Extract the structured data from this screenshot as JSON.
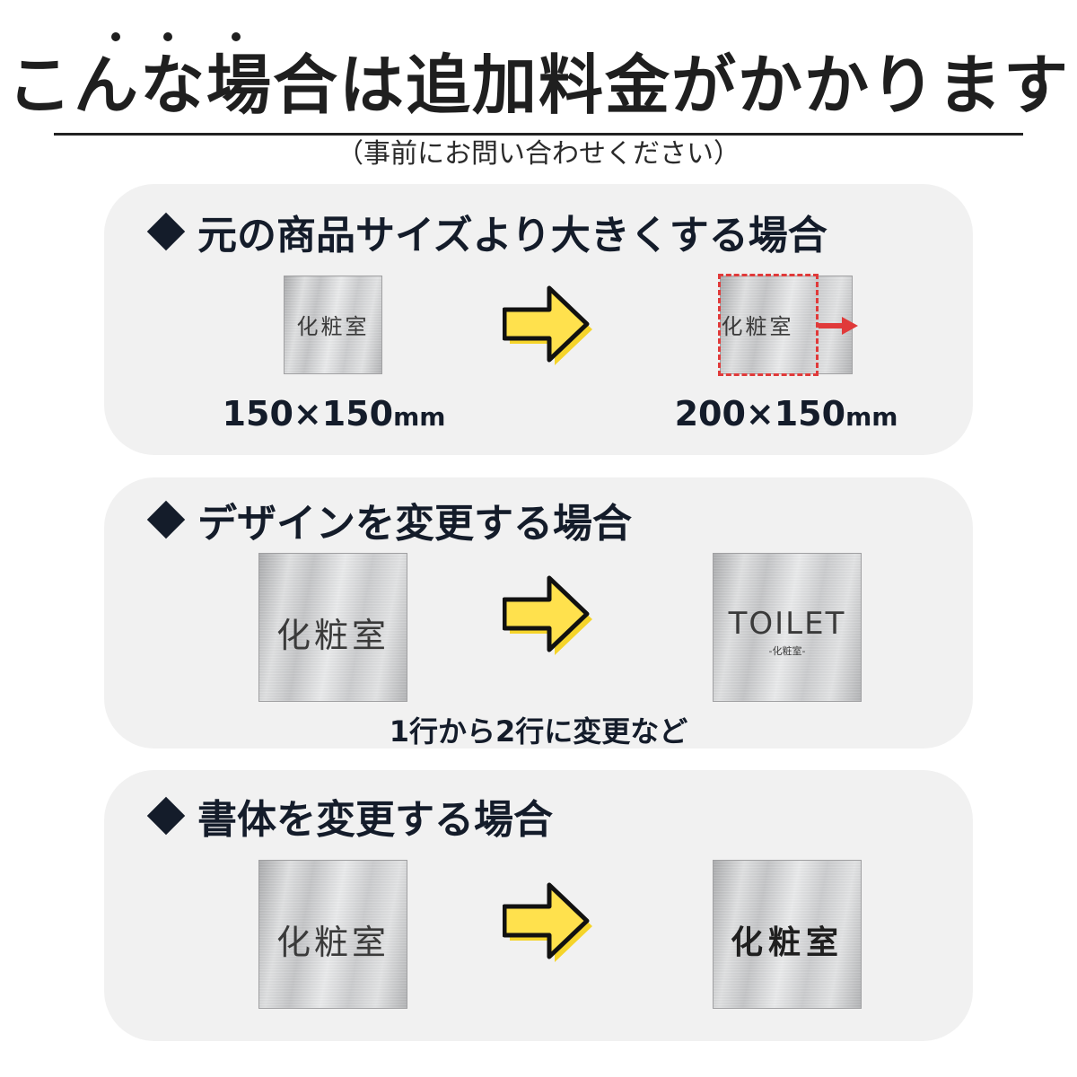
{
  "header": {
    "title": "こんな場合は追加料金がかかります",
    "subtitle": "（事前にお問い合わせください）"
  },
  "sections": [
    {
      "heading": "元の商品サイズより大きくする場合",
      "before": {
        "plate_text": "化粧室",
        "size_value": "150×150",
        "size_unit": "mm"
      },
      "after": {
        "plate_text": "化粧室",
        "size_value": "200×150",
        "size_unit": "mm"
      }
    },
    {
      "heading": "デザインを変更する場合",
      "before": {
        "plate_text": "化粧室"
      },
      "after": {
        "plate_text": "TOILET",
        "plate_subtext": "-化粧室-"
      },
      "note": "1行から2行に変更など"
    },
    {
      "heading": "書体を変更する場合",
      "before": {
        "plate_text": "化粧室"
      },
      "after": {
        "plate_text": "化粧室"
      }
    }
  ],
  "colors": {
    "panel_bg": "#f1f1f1",
    "heading_text": "#141c2a",
    "arrow_fill": "#ffe14d",
    "arrow_shadow": "#f5d42a",
    "highlight_red": "#e03a3a"
  },
  "icons": [
    "diamond-bullet-icon",
    "yellow-right-arrow-icon",
    "red-right-arrow-icon"
  ]
}
